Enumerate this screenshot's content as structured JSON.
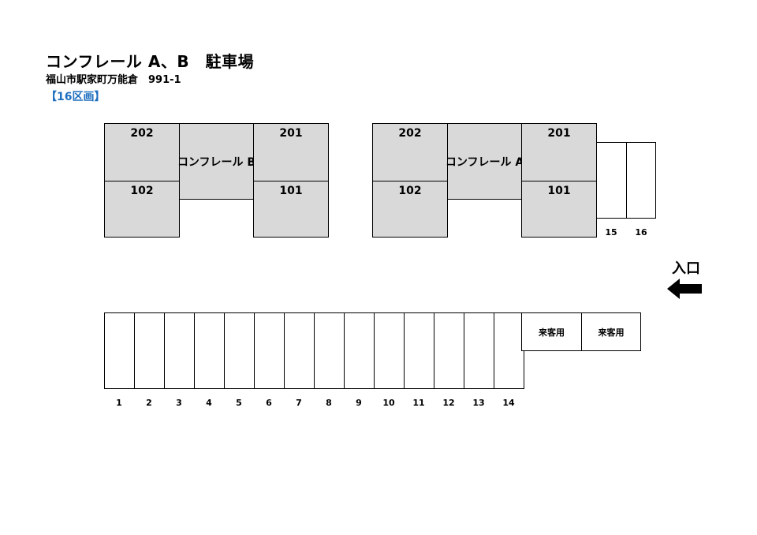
{
  "header": {
    "title": "コンフレール A、B　駐車場",
    "address": "福山市駅家町万能倉　991-1",
    "space_count": "【16区画】"
  },
  "colors": {
    "accent": "#1f6fbf",
    "building_fill": "#d9d9d9",
    "line": "#000000"
  },
  "building_b": {
    "name": "コンフレール B",
    "rooms": {
      "r202": "202",
      "r201": "201",
      "r102": "102",
      "r101": "101"
    }
  },
  "building_a": {
    "name": "コンフレール A",
    "rooms": {
      "r202": "202",
      "r201": "201",
      "r102": "102",
      "r101": "101"
    }
  },
  "side_spaces": {
    "s15": "15",
    "s16": "16"
  },
  "bottom_spaces": [
    "1",
    "2",
    "3",
    "4",
    "5",
    "6",
    "7",
    "8",
    "9",
    "10",
    "11",
    "12",
    "13",
    "14"
  ],
  "guest_spaces": [
    "来客用",
    "来客用"
  ],
  "entrance": {
    "label": "入口",
    "icon": "arrow-left-icon"
  }
}
